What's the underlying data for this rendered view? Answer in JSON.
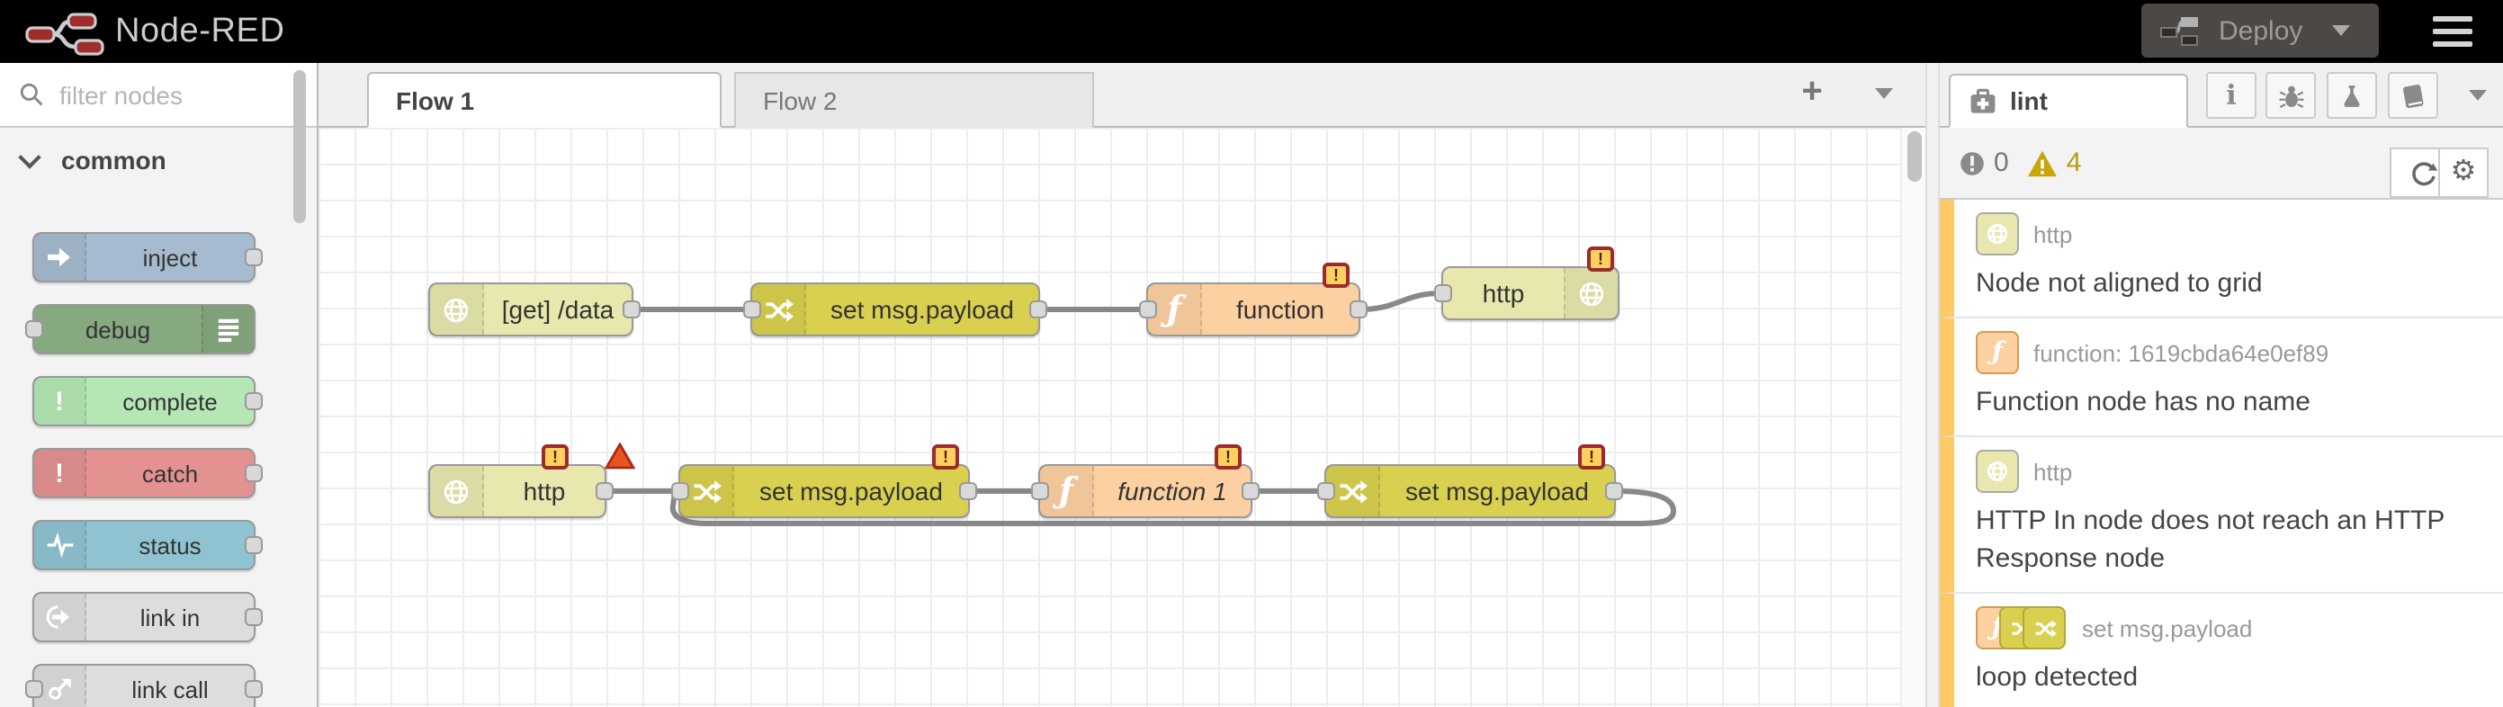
{
  "header": {
    "title": "Node-RED",
    "deploy_label": "Deploy"
  },
  "palette": {
    "search_placeholder": "filter nodes",
    "category": "common",
    "items": [
      {
        "label": "inject"
      },
      {
        "label": "debug"
      },
      {
        "label": "complete"
      },
      {
        "label": "catch"
      },
      {
        "label": "status"
      },
      {
        "label": "link in"
      },
      {
        "label": "link call"
      }
    ]
  },
  "workspace": {
    "tabs": [
      {
        "label": "Flow 1"
      },
      {
        "label": "Flow 2"
      }
    ],
    "add_tab_label": "+",
    "nodes": [
      {
        "label": "[get] /data",
        "type": "http in"
      },
      {
        "label": "set msg.payload",
        "type": "change"
      },
      {
        "label": "function",
        "type": "function"
      },
      {
        "label": "http",
        "type": "http response"
      },
      {
        "label": "http",
        "type": "http in"
      },
      {
        "label": "set msg.payload",
        "type": "change"
      },
      {
        "label": "function 1",
        "type": "function"
      },
      {
        "label": "set msg.payload",
        "type": "change"
      }
    ]
  },
  "sidebar": {
    "tab_label": "lint",
    "error_count": "0",
    "warning_count": "4",
    "issues": [
      {
        "node_label": "http",
        "message": "Node not aligned to grid"
      },
      {
        "node_label": "function: 1619cbda64e0ef89",
        "message": "Function node has no name"
      },
      {
        "node_label": "http",
        "message": "HTTP In node does not reach an HTTP Response node"
      },
      {
        "node_label": "set msg.payload",
        "message": "loop detected"
      }
    ]
  },
  "colors": {
    "http_node": "#e7e7ae",
    "change_node": "#d9d04f",
    "function_node": "#fdd0a2",
    "inject_node": "#a6bbcf",
    "debug_node": "#87a980",
    "complete_node": "#b5e7b5",
    "catch_node": "#e49191",
    "status_node": "#8fc3d2",
    "link_node": "#dddddd",
    "warning": "#c9a50c",
    "lint_stripe": "#ffca66",
    "badge_bg": "#fdd05f",
    "badge_border": "#9e2a2a"
  }
}
